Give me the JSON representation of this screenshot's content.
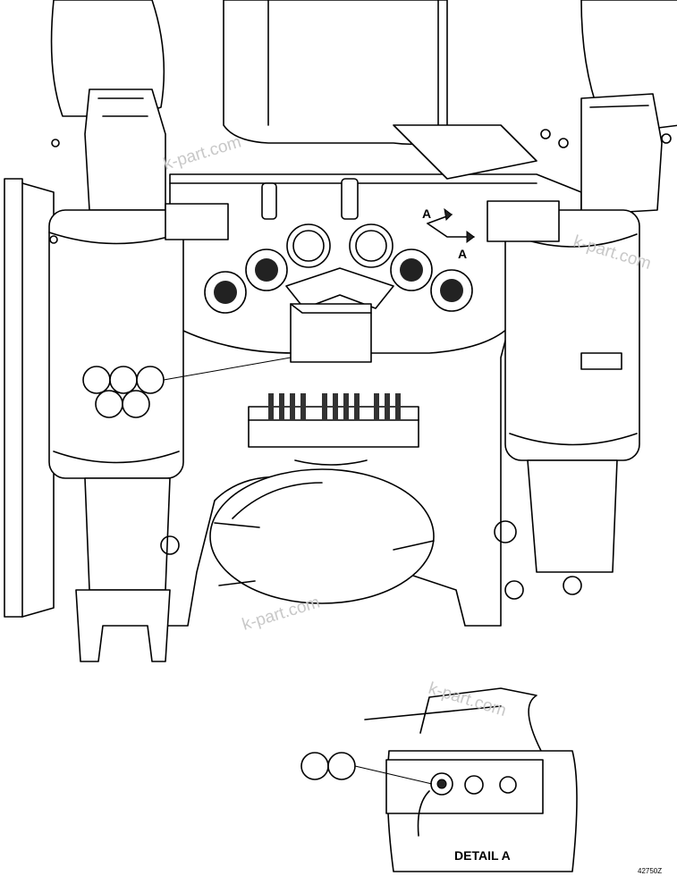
{
  "view_labels": {
    "arrow_label_top": "A",
    "arrow_label_bottom": "A"
  },
  "detail": {
    "title": "DETAIL A"
  },
  "watermarks": [
    "k-part.com",
    "k-part.com",
    "k-part.com",
    "k-part.com"
  ],
  "drawing_number": "42750Z",
  "callouts": {
    "main_balloon_count": 5,
    "detail_balloon_count": 2
  }
}
